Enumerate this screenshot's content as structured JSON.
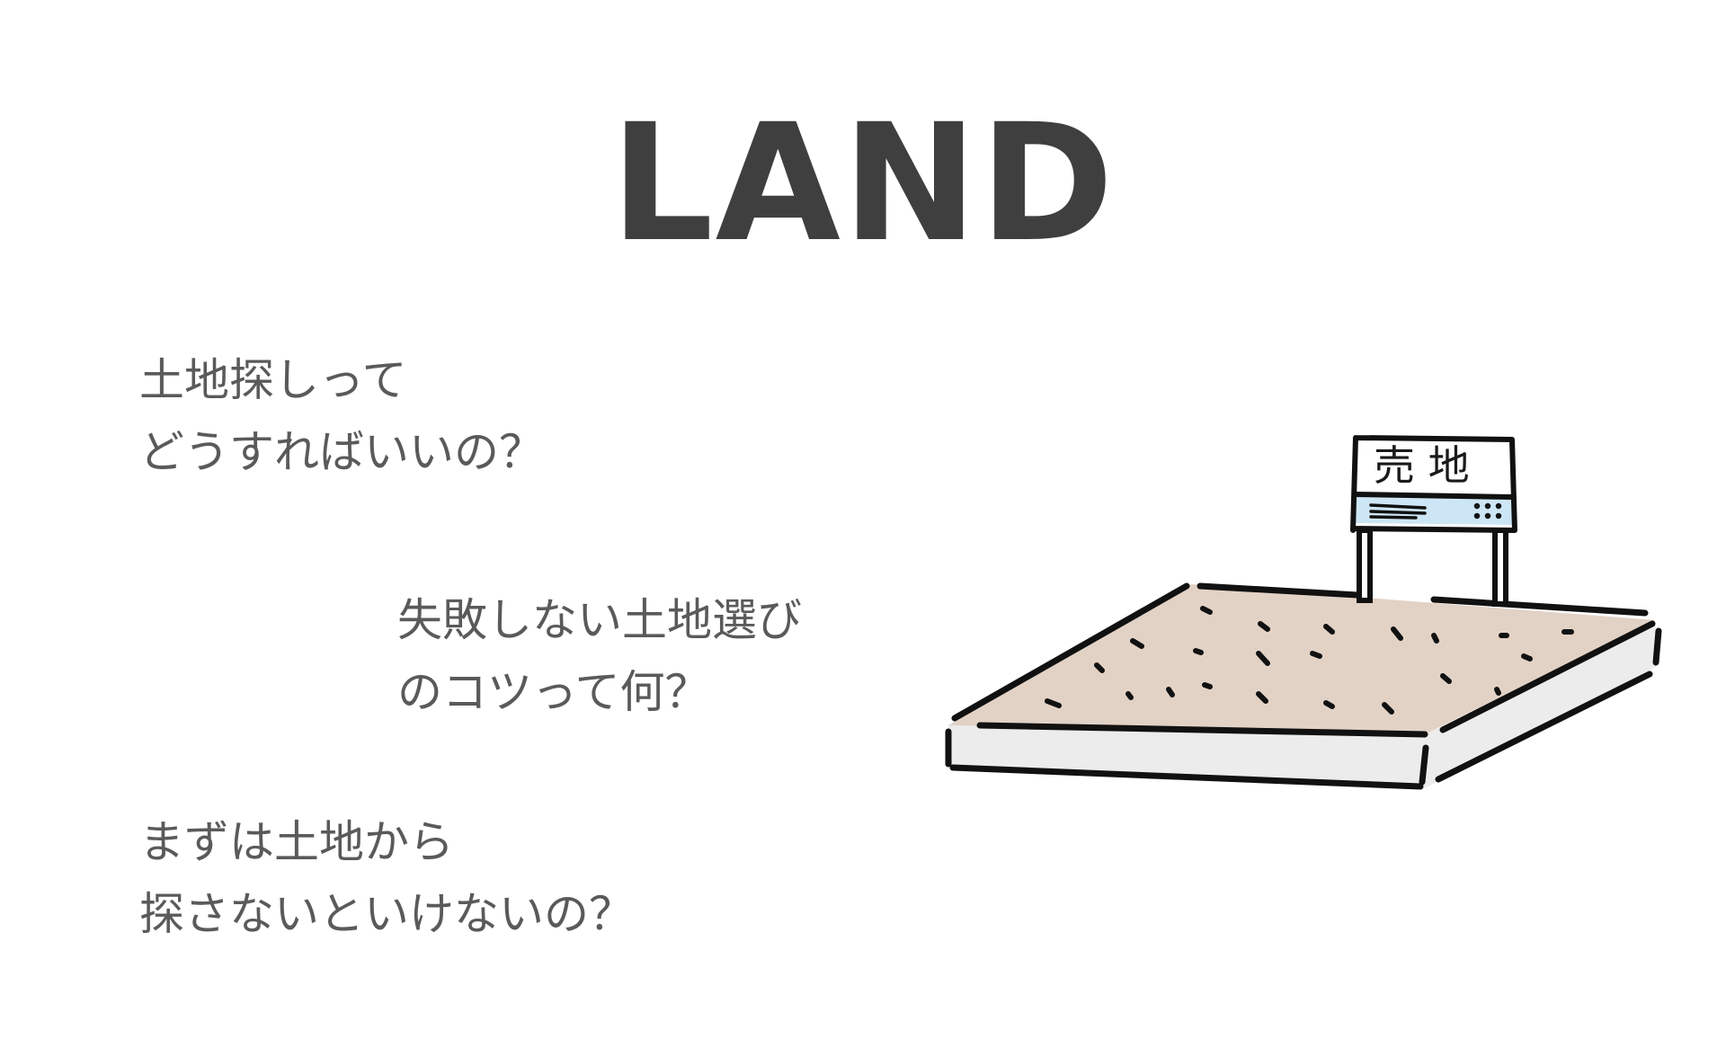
{
  "title": "LAND",
  "questions": [
    {
      "lines": [
        "土地探しって",
        "どうすればいいの？"
      ]
    },
    {
      "lines": [
        "失敗しない土地選び",
        "のコツって何？"
      ]
    },
    {
      "lines": [
        "まずは土地から",
        "探さないといけないの？"
      ]
    }
  ],
  "illustration": {
    "sign_label": "売 地",
    "colors": {
      "ground": "#e2d2c6",
      "slab_side": "#ececec",
      "sign_band": "#cde6f5",
      "outline": "#111111"
    }
  }
}
